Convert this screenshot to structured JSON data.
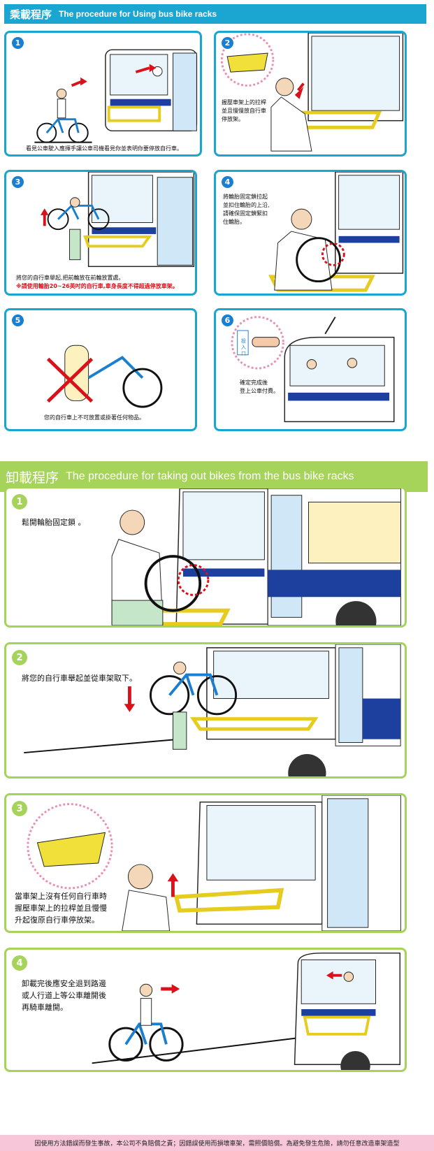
{
  "load": {
    "title_zh": "乘載程序",
    "title_en": "The procedure for Using bus bike racks",
    "steps": [
      {
        "num": "1",
        "caption": "看見公車駛入應揮手讓公車司機看見你並表明你要停放自行車。"
      },
      {
        "num": "2",
        "caption_lines": [
          "握壓車架上的拉桿",
          "並且慢慢放自行車",
          "停放架。"
        ]
      },
      {
        "num": "3",
        "caption": "將您的自行車舉起,把前輪放在前輪放置處。",
        "warning": "※請使用輪胎20~26英吋的自行車,車身長度不得超過停放車架。"
      },
      {
        "num": "4",
        "caption_lines": [
          "將輪胎固定鎖拉起",
          "並扣住輪胎的上沿,",
          "請確保固定鎖緊扣",
          "住輪胎。"
        ]
      },
      {
        "num": "5",
        "caption": "您的自行車上不可放置或掛著任何物品。"
      },
      {
        "num": "6",
        "caption_lines": [
          "確定完成後",
          "登上公車付費。"
        ],
        "coin_label": "投入口"
      }
    ]
  },
  "unload": {
    "title_zh": "卸載程序",
    "title_en": "The procedure for taking out bikes from the bus bike racks",
    "steps": [
      {
        "num": "1",
        "caption_lines": [
          "鬆開輪胎固定鎖 。"
        ]
      },
      {
        "num": "2",
        "caption_lines": [
          "將您的自行車舉起並從車架取下。"
        ]
      },
      {
        "num": "3",
        "caption_lines": [
          "當車架上沒有任何自行車時",
          "握壓車架上的拉桿並且慢慢",
          "升起復原自行車停放架。"
        ]
      },
      {
        "num": "4",
        "caption_lines": [
          "卸載完後應安全退到路邊",
          "或人行道上等公車離開後",
          "再騎車離開。"
        ]
      }
    ]
  },
  "footer": "因使用方法錯誤而發生事故，本公司不負賠償之責；因錯誤使用而損壞車架，需照價賠償。為避免發生危險，請勿任意改造車架造型",
  "colors": {
    "load_accent": "#1aa6d0",
    "unload_accent": "#a6d35a",
    "warning": "#d8111a",
    "rack": "#f2e03a",
    "bus_blue": "#1d3f9e",
    "footer_bg": "#f7c6d8"
  }
}
